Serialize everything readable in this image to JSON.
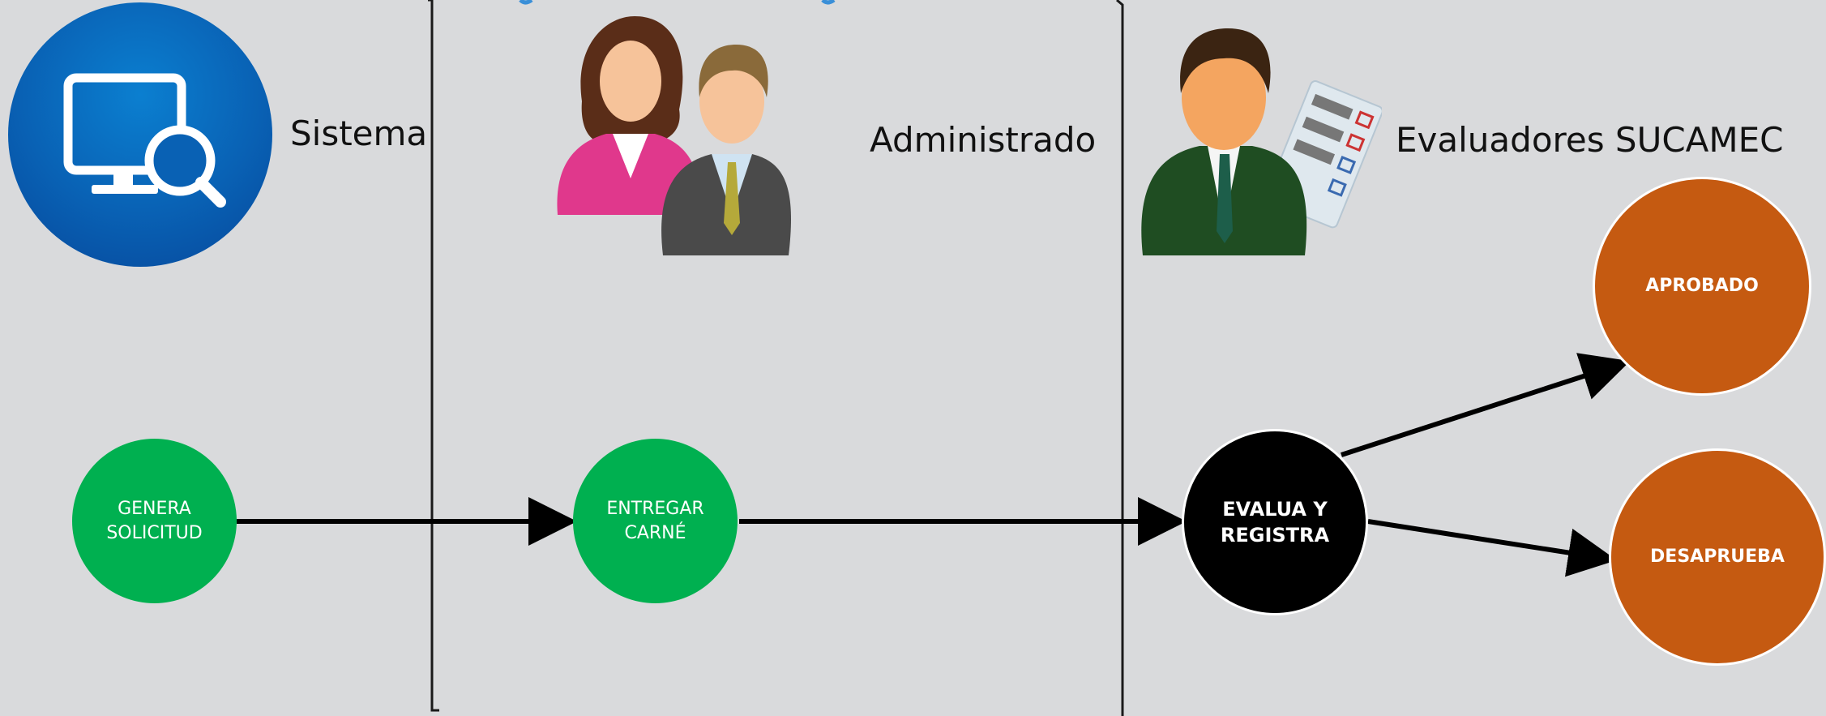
{
  "lanes": {
    "system": "Sistema",
    "applicant": "Administrado",
    "evaluators": "Evaluadores SUCAMEC"
  },
  "nodes": {
    "generate": [
      "GENERA",
      "SOLICITUD"
    ],
    "deliver": [
      "ENTREGAR",
      "CARNÉ"
    ],
    "evaluate": [
      "EVALUA Y",
      "REGISTRA"
    ],
    "approved": "APROBADO",
    "rejected": "DESAPRUEBA"
  },
  "icons": {
    "system": "monitor-search-icon",
    "applicant": "users-pair-icon",
    "evaluators": "evaluator-checklist-icon"
  },
  "colors": {
    "system_icon": "#0a5fb0",
    "process_green": "#00b050",
    "decision_black": "#000000",
    "outcome_orange": "#c55a11",
    "background": "#d9dadc"
  }
}
